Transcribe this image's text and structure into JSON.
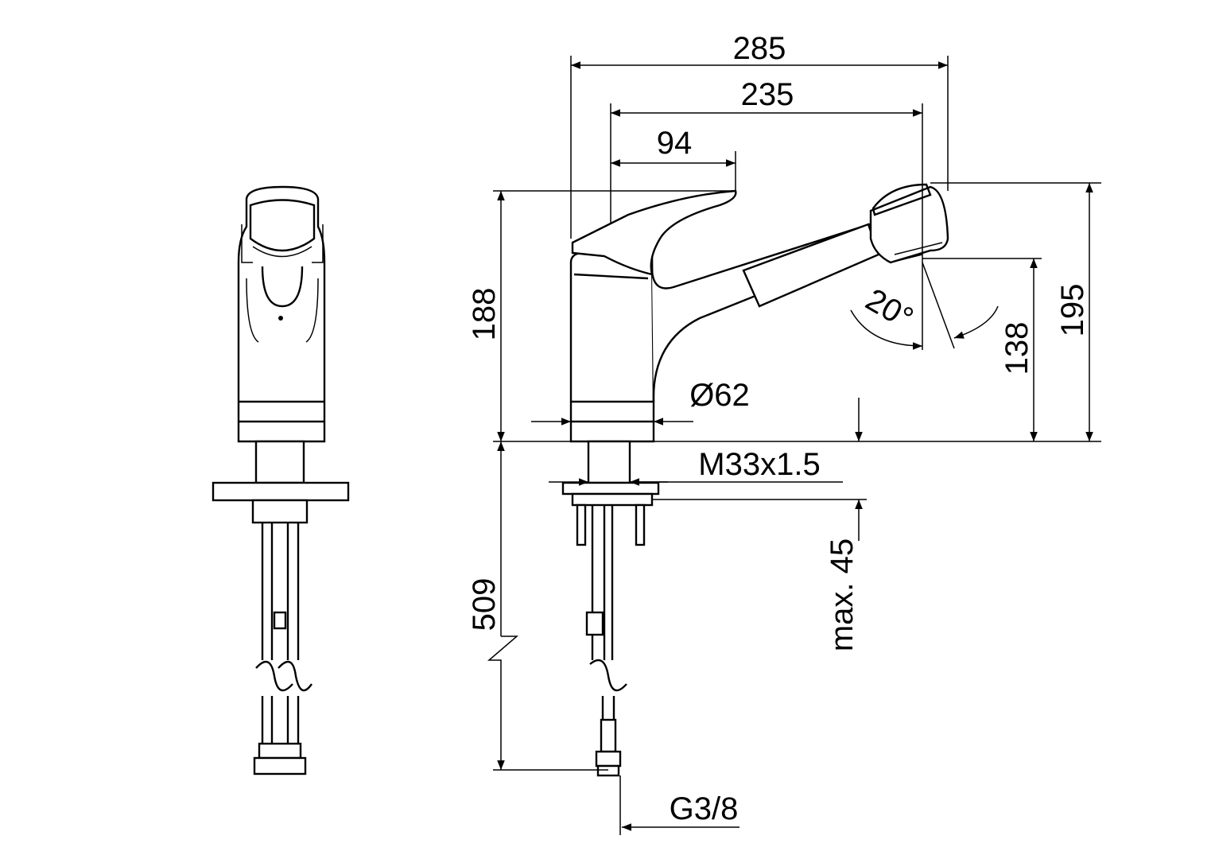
{
  "drawing": {
    "dimensions": {
      "overall_length": "285",
      "spout_length": "235",
      "lever_offset": "94",
      "height_lever": "188",
      "overall_height": "195",
      "spout_height": "138",
      "spray_angle": "20°",
      "body_diameter": "Ø62",
      "thread": "M33x1.5",
      "max_counter_thickness": "max. 45",
      "hose_length": "509",
      "connection": "G3/8"
    }
  }
}
